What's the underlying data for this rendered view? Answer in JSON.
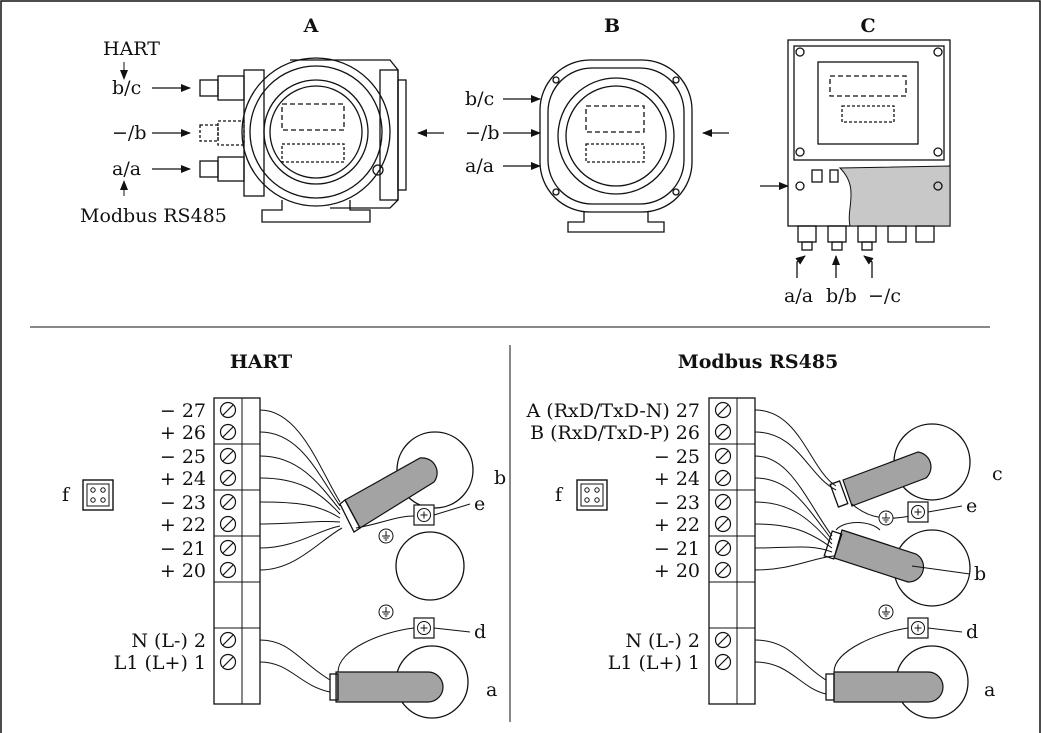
{
  "views": {
    "a": {
      "title": "A",
      "hart": "HART",
      "modbus": "Modbus RS485",
      "entry1": "b/c",
      "entry2": "−/b",
      "entry3": "a/a"
    },
    "b": {
      "title": "B",
      "entry1": "b/c",
      "entry2": "−/b",
      "entry3": "a/a"
    },
    "c": {
      "title": "C",
      "entry1": "a/a",
      "entry2": "b/b",
      "entry3": "−/c"
    }
  },
  "hart": {
    "title": "HART",
    "terminals": [
      "− 27",
      "+ 26",
      "− 25",
      "+ 24",
      "− 23",
      "+ 22",
      "− 21",
      "+ 20"
    ],
    "power": [
      "N (L-) 2",
      "L1 (L+) 1"
    ],
    "label_f": "f",
    "label_b": "b",
    "label_e": "e",
    "label_d": "d",
    "label_a": "a"
  },
  "modbus": {
    "title": "Modbus RS485",
    "terminals": [
      "A (RxD/TxD-N) 27",
      "B (RxD/TxD-P) 26",
      "− 25",
      "+ 24",
      "− 23",
      "+ 22",
      "− 21",
      "+ 20"
    ],
    "power": [
      "N (L-) 2",
      "L1 (L+) 1"
    ],
    "label_f": "f",
    "label_c": "c",
    "label_e": "e",
    "label_b": "b",
    "label_d": "d",
    "label_a": "a"
  }
}
